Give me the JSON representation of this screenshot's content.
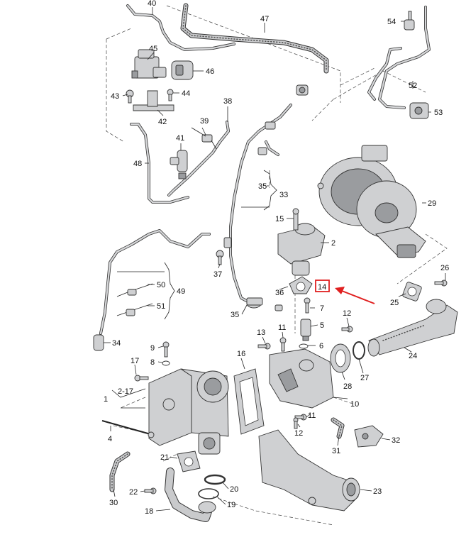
{
  "labels": [
    {
      "id": "40",
      "text": "40"
    },
    {
      "id": "47",
      "text": "47"
    },
    {
      "id": "54",
      "text": "54"
    },
    {
      "id": "45",
      "text": "45"
    },
    {
      "id": "46",
      "text": "46"
    },
    {
      "id": "52",
      "text": "52"
    },
    {
      "id": "43",
      "text": "43"
    },
    {
      "id": "44",
      "text": "44"
    },
    {
      "id": "38",
      "text": "38"
    },
    {
      "id": "53",
      "text": "53"
    },
    {
      "id": "42",
      "text": "42"
    },
    {
      "id": "39",
      "text": "39"
    },
    {
      "id": "41",
      "text": "41"
    },
    {
      "id": "48",
      "text": "48"
    },
    {
      "id": "35a",
      "text": "35"
    },
    {
      "id": "33",
      "text": "33"
    },
    {
      "id": "29",
      "text": "29"
    },
    {
      "id": "15",
      "text": "15"
    },
    {
      "id": "2",
      "text": "2"
    },
    {
      "id": "37",
      "text": "37"
    },
    {
      "id": "26",
      "text": "26"
    },
    {
      "id": "50",
      "text": "50"
    },
    {
      "id": "36",
      "text": "36"
    },
    {
      "id": "14",
      "text": "14"
    },
    {
      "id": "49",
      "text": "49"
    },
    {
      "id": "25",
      "text": "25"
    },
    {
      "id": "7",
      "text": "7"
    },
    {
      "id": "51",
      "text": "51"
    },
    {
      "id": "35b",
      "text": "35"
    },
    {
      "id": "12a",
      "text": "12"
    },
    {
      "id": "5",
      "text": "5"
    },
    {
      "id": "11a",
      "text": "11"
    },
    {
      "id": "13",
      "text": "13"
    },
    {
      "id": "34",
      "text": "34"
    },
    {
      "id": "6",
      "text": "6"
    },
    {
      "id": "9",
      "text": "9"
    },
    {
      "id": "24",
      "text": "24"
    },
    {
      "id": "16",
      "text": "16"
    },
    {
      "id": "8",
      "text": "8"
    },
    {
      "id": "27",
      "text": "27"
    },
    {
      "id": "17",
      "text": "17"
    },
    {
      "id": "28",
      "text": "28"
    },
    {
      "id": "1",
      "text": "1"
    },
    {
      "id": "2-17",
      "text": "2-17"
    },
    {
      "id": "10",
      "text": "10"
    },
    {
      "id": "11b",
      "text": "11"
    },
    {
      "id": "4",
      "text": "4"
    },
    {
      "id": "12b",
      "text": "12"
    },
    {
      "id": "32",
      "text": "32"
    },
    {
      "id": "31",
      "text": "31"
    },
    {
      "id": "21",
      "text": "21"
    },
    {
      "id": "30",
      "text": "30"
    },
    {
      "id": "20",
      "text": "20"
    },
    {
      "id": "23",
      "text": "23"
    },
    {
      "id": "22",
      "text": "22"
    },
    {
      "id": "19",
      "text": "19"
    },
    {
      "id": "18",
      "text": "18"
    }
  ],
  "highlight": {
    "label_id": "14",
    "box_color": "#e02020",
    "arrow_color": "#e02020"
  },
  "colors": {
    "line": "#222222",
    "part_fill": "#cfd0d2",
    "part_dark": "#9a9c9f"
  }
}
